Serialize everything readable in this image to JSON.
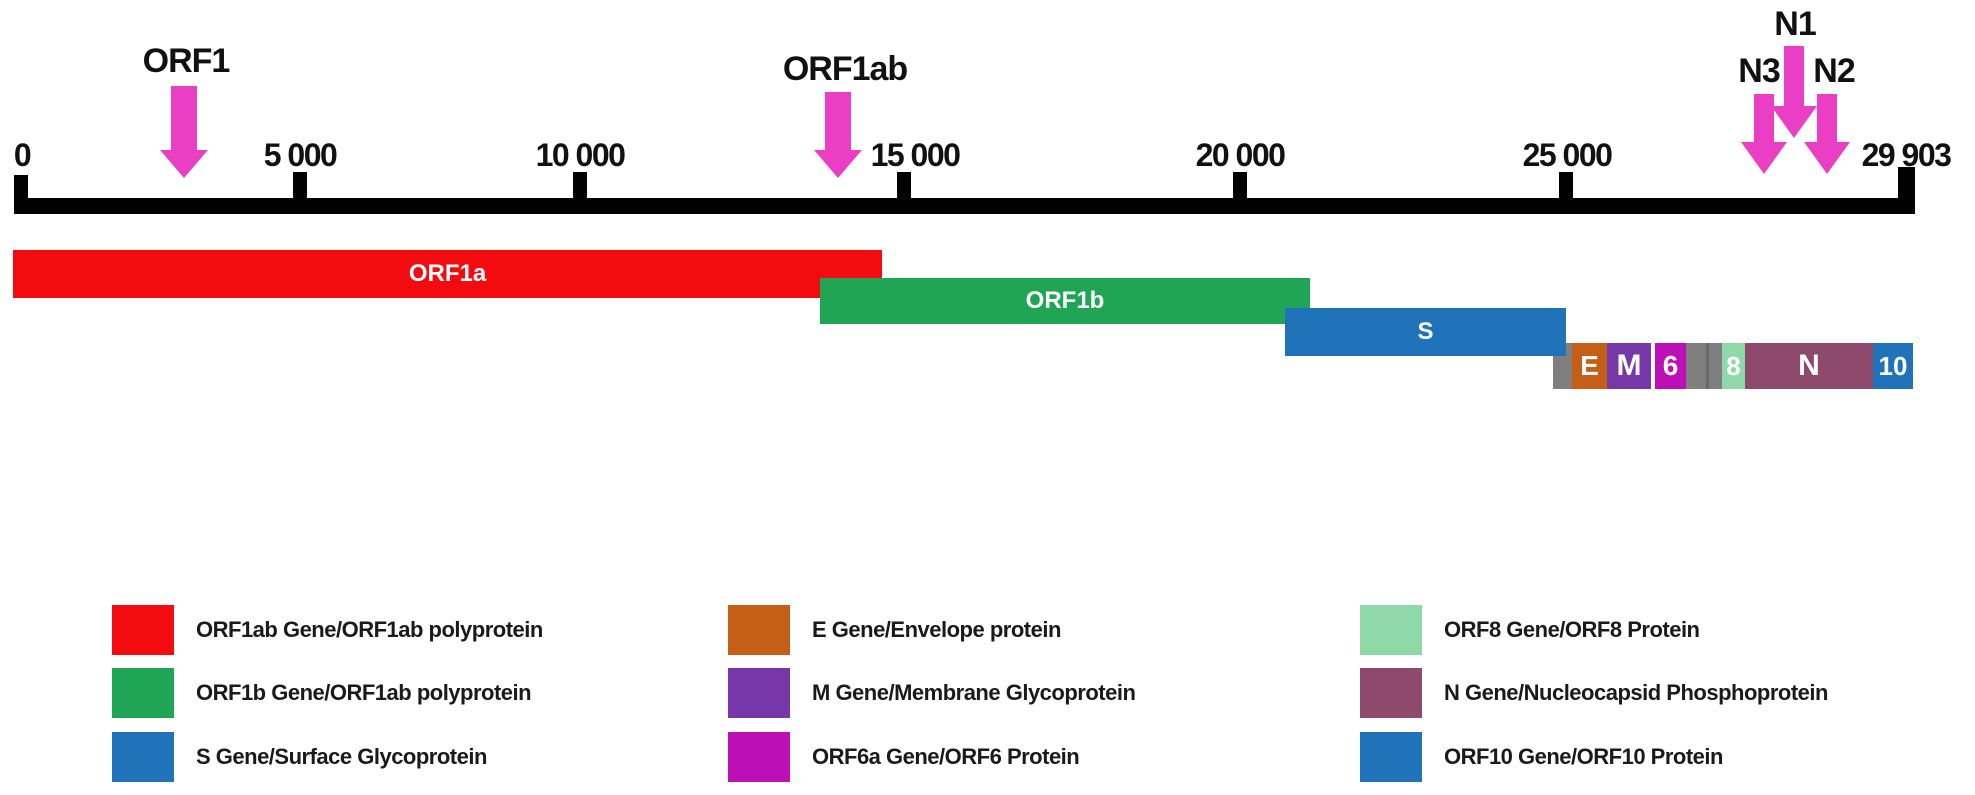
{
  "colors": {
    "axis": "#000000",
    "arrow": "#ea3fc4",
    "orf1a": "#f30b10",
    "orf1b": "#1fa553",
    "s": "#2173b9",
    "e": "#c55f17",
    "m": "#7638a8",
    "orf6": "#bc10b6",
    "orf8": "#8fd9a8",
    "n": "#8d4a6c",
    "orf10": "#2173b9",
    "gray": "#7f7f7f",
    "gray_divider": "#696969"
  },
  "axis": {
    "ticks": [
      "0",
      "5 000",
      "10 000",
      "15 000",
      "20 000",
      "25 000",
      "29 903"
    ]
  },
  "arrows": [
    {
      "label": "ORF1"
    },
    {
      "label": "ORF1ab"
    },
    {
      "label": "N1"
    },
    {
      "label": "N3"
    },
    {
      "label": "N2"
    }
  ],
  "genes": {
    "orf1a": "ORF1a",
    "orf1b": "ORF1b",
    "s": "S",
    "e": "E",
    "m": "M",
    "orf6": "6",
    "orf8": "8",
    "n": "N",
    "orf10": "10"
  },
  "legend": {
    "columns": [
      {
        "items": [
          {
            "color_key": "orf1a",
            "label": "ORF1ab Gene/ORF1ab polyprotein"
          },
          {
            "color_key": "orf1b",
            "label": "ORF1b Gene/ORF1ab polyprotein"
          },
          {
            "color_key": "s",
            "label": "S Gene/Surface Glycoprotein"
          }
        ]
      },
      {
        "items": [
          {
            "color_key": "e",
            "label": "E Gene/Envelope protein"
          },
          {
            "color_key": "m",
            "label": "M Gene/Membrane Glycoprotein"
          },
          {
            "color_key": "orf6",
            "label": "ORF6a Gene/ORF6 Protein"
          }
        ]
      },
      {
        "items": [
          {
            "color_key": "orf8",
            "label": "ORF8 Gene/ORF8 Protein"
          },
          {
            "color_key": "n",
            "label": "N Gene/Nucleocapsid Phosphoprotein"
          },
          {
            "color_key": "orf10",
            "label": "ORF10 Gene/ORF10 Protein"
          }
        ]
      }
    ]
  }
}
